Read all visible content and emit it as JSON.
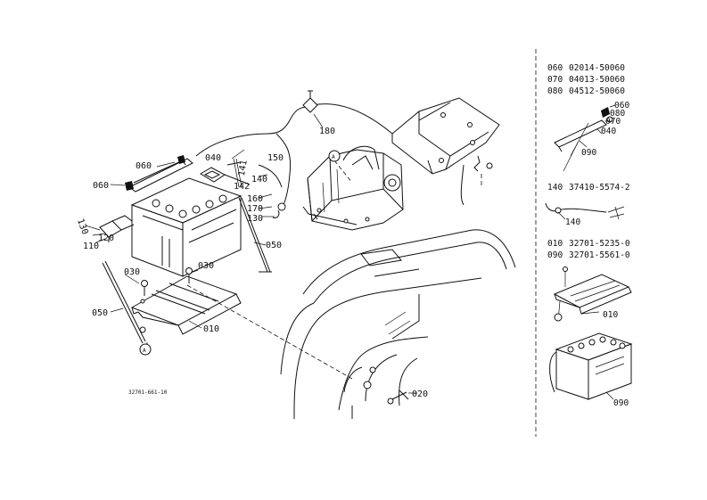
{
  "diagram": {
    "drawing_number": "32701-661-10",
    "main_callouts": {
      "c060_top": "060",
      "c060_left": "060",
      "c040": "040",
      "c141": "141",
      "c142": "142",
      "c150": "150",
      "c140": "140",
      "c160": "160",
      "c170": "170",
      "c130_right": "130",
      "c130_left": "130",
      "c120": "120",
      "c110": "110",
      "c050_right": "050",
      "c050_left": "050",
      "c030_a": "030",
      "c030_b": "030",
      "c010": "010",
      "c180": "180",
      "c020": "020",
      "marker_a_engine": "A",
      "marker_a_frame": "A"
    },
    "parts_catalog": {
      "group1": [
        {
          "ref": "060",
          "part_number": "02014-50060"
        },
        {
          "ref": "070",
          "part_number": "04013-50060"
        },
        {
          "ref": "080",
          "part_number": "04512-50060"
        }
      ],
      "group1_callouts": {
        "c060": "060",
        "c080": "080",
        "c070": "070",
        "c040": "040",
        "c090": "090"
      },
      "group2": [
        {
          "ref": "140",
          "part_number": "37410-5574-2"
        }
      ],
      "group2_callouts": {
        "c140": "140"
      },
      "group3": [
        {
          "ref": "010",
          "part_number": "32701-5235-0"
        },
        {
          "ref": "090",
          "part_number": "32701-5561-0"
        }
      ],
      "group3_callouts": {
        "c010": "010",
        "c090": "090"
      }
    }
  }
}
